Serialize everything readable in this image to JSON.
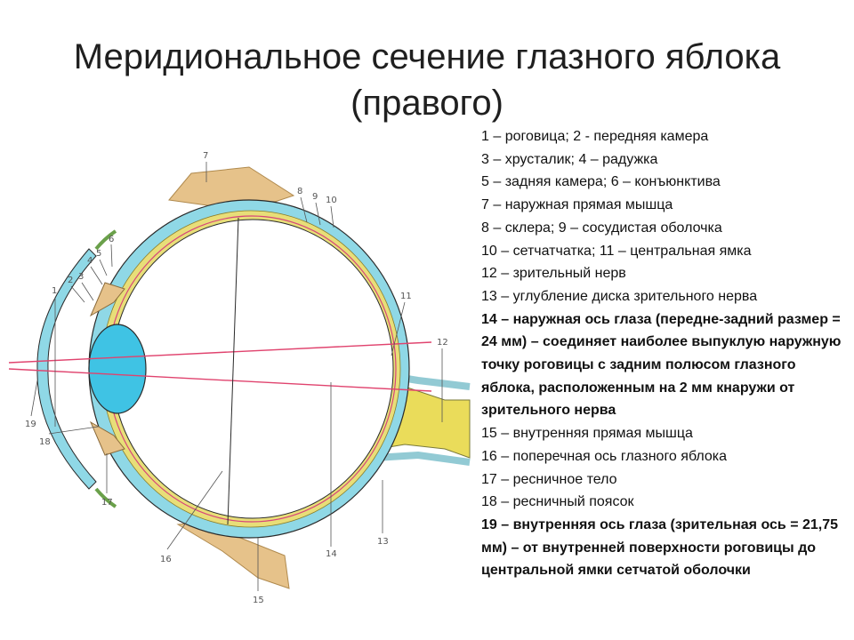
{
  "title": {
    "line1": "Меридиональное сечение глазного яблока",
    "line2": "(правого)"
  },
  "diagram": {
    "numbers": [
      "1",
      "2",
      "3",
      "4",
      "5",
      "6",
      "7",
      "8",
      "9",
      "10",
      "11",
      "12",
      "13",
      "14",
      "15",
      "16",
      "17",
      "18",
      "19"
    ],
    "colors": {
      "vitreous": "#ffffff",
      "sclera": "#8fd8e6",
      "choroid": "#e8de78",
      "retina_line": "#d7457a",
      "lens": "#3fc3e4",
      "muscle": "#e6c28a",
      "optic_nerve": "#eadc5a",
      "axis_lines": "#e0436e",
      "outline": "#2a2a2a"
    }
  },
  "legend": {
    "items": [
      "1 – роговица; 2 - передняя камера",
      "3 – хрусталик; 4 – радужка",
      "5 – задняя камера; 6 – конъюнктива",
      "7 – наружная прямая мышца",
      "8 – склера; 9 – сосудистая оболочка",
      "10 – сетчатчатка; 11 – центральная ямка",
      "12 – зрительный нерв",
      "13 – углубление диска зрительного нерва",
      "14 – наружная ось глаза (передне-задний размер = 24 мм) – соединяет наиболее выпуклую наружную точку роговицы с задним полюсом глазного яблока, расположенным на 2 мм кнаружи от зрительного нерва",
      "15 – внутренняя прямая мышца",
      "16 – поперечная ось глазного яблока",
      "17 – ресничное тело",
      "18 – ресничный поясок",
      "19 – внутренняя ось глаза (зрительная ось = 21,75 мм) – от внутренней поверхности роговицы до центральной ямки сетчатой оболочки"
    ]
  }
}
